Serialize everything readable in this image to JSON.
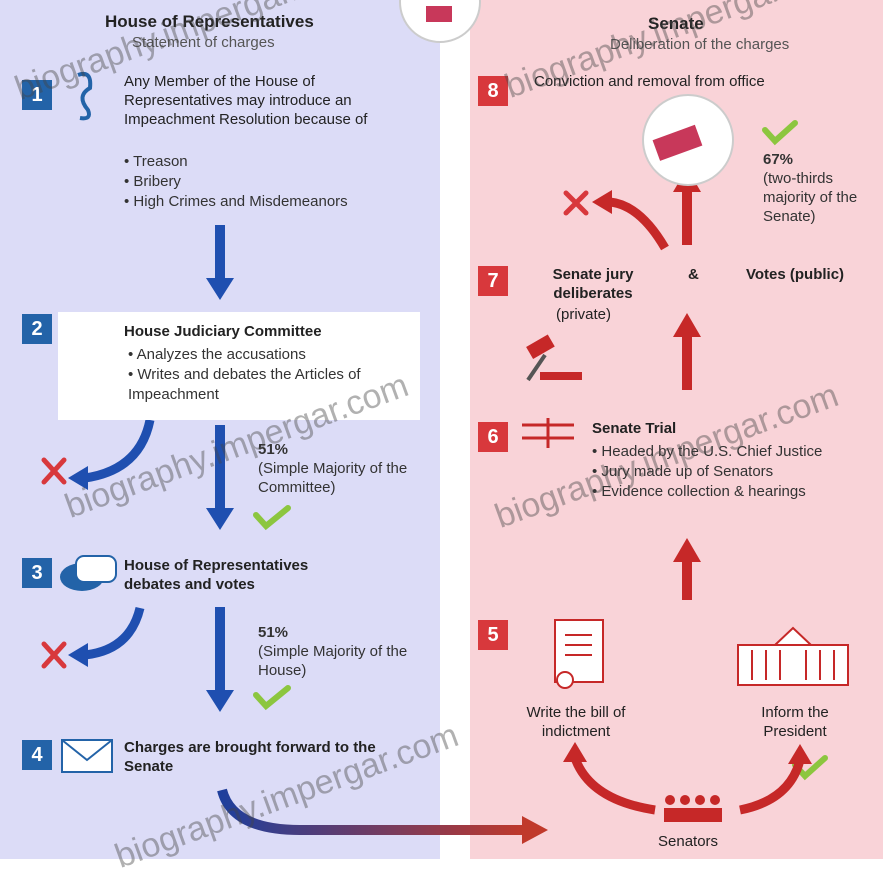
{
  "left": {
    "title": "House of Representatives",
    "subtitle": "Statement of charges",
    "steps": [
      {
        "num": "1",
        "text": "Any Member of the House of Representatives may introduce an Impeachment Resolution because of",
        "items": [
          "Treason",
          "Bribery",
          "High Crimes and Misdemeanors"
        ]
      },
      {
        "num": "2",
        "title": "House Judiciary Committee",
        "items": [
          "Analyzes the accusations",
          "Writes and debates the Articles of Impeachment"
        ],
        "pct": "51%",
        "pct_note": "(Simple Majority of the Committee)"
      },
      {
        "num": "3",
        "title": "House of Representatives debates and votes",
        "pct": "51%",
        "pct_note": "(Simple Majority of the House)"
      },
      {
        "num": "4",
        "title": "Charges are brought forward to the Senate"
      }
    ]
  },
  "right": {
    "title": "Senate",
    "subtitle": "Deliberation of the charges",
    "steps": [
      {
        "num": "8",
        "title": "Conviction and removal from office",
        "pct": "67%",
        "pct_note": "(two-thirds majority of the Senate)"
      },
      {
        "num": "7",
        "title": "Senate jury deliberates",
        "sub": "(private)",
        "amp": "&",
        "votes": "Votes (public)"
      },
      {
        "num": "6",
        "title": "Senate Trial",
        "items": [
          "Headed by the U.S. Chief Justice",
          "Jury made up of Senators",
          "Evidence collection & hearings"
        ]
      },
      {
        "num": "5",
        "bill": "Write the bill of indictment",
        "inform": "Inform the President",
        "senators": "Senators"
      }
    ]
  },
  "colors": {
    "house_bg": "#dcdcf7",
    "senate_bg": "#f9d3d8",
    "house_accent": "#2363a8",
    "senate_accent": "#d8383c",
    "check": "#8cc63f"
  },
  "watermark": "biography.impergar.com"
}
